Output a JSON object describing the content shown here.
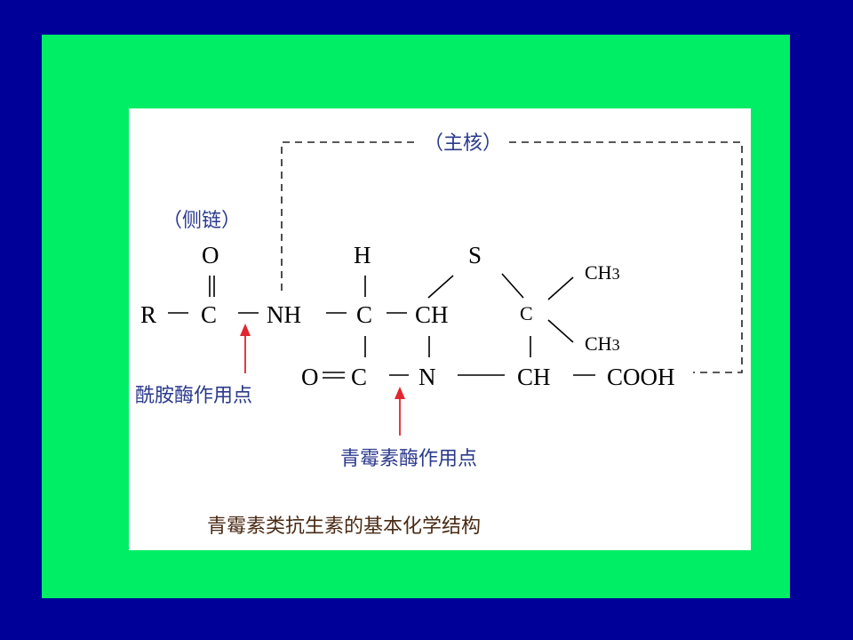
{
  "labels": {
    "main_core": "（主核）",
    "side_chain": "（侧链）",
    "amidase_site": "酰胺酶作用点",
    "penicillinase_site": "青霉素酶作用点",
    "caption": "青霉素类抗生素的基本化学结构"
  },
  "atoms": {
    "O_top": "O",
    "R": "R",
    "C1": "C",
    "NH": "NH",
    "H_top": "H",
    "C2": "C",
    "CH1": "CH",
    "S": "S",
    "C_ring": "C",
    "CH3_a": "CH3",
    "CH3_b": "CH3",
    "O_bottom": "O",
    "C3": "C",
    "N": "N",
    "CH2": "CH",
    "COOH": "COOH"
  },
  "colors": {
    "background": "#000099",
    "frame": "#00ee66",
    "panel": "#ffffff",
    "label_blue": "#2b3a8c",
    "caption_brown": "#4a2a14",
    "arrow_red": "#e0262f"
  }
}
